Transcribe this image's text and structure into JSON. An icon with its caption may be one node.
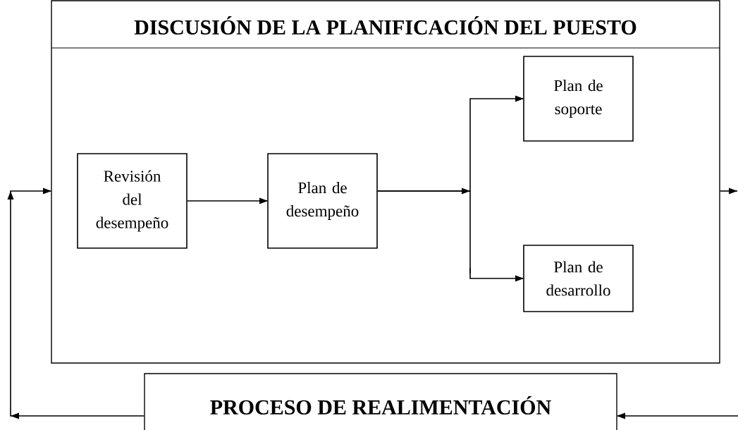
{
  "diagram": {
    "nodes": [
      {
        "text": [
          "DISCUSIÓN DE LA PLANIFICACIÓN DEL PUESTO"
        ]
      },
      {
        "text": [
          "Revisión del desempeño"
        ],
        "in": 0
      },
      {
        "text": [
          "Plan de desempeño"
        ],
        "in": 0
      },
      {
        "text": [
          "Plan de soporte"
        ],
        "in": 0
      },
      {
        "text": [
          "Plan de desarrollo"
        ],
        "in": 0
      },
      {
        "text": [
          "PROCESO DE REALIMENTACIÓN"
        ]
      }
    ],
    "edges": [
      {
        "from": 1,
        "to": 2,
        "arrow": "to"
      },
      {
        "from": 2,
        "to": 3,
        "arrow": "to"
      },
      {
        "from": 2,
        "to": 4,
        "arrow": "to"
      },
      {
        "from": 0,
        "to": null,
        "arrow": "to"
      },
      {
        "from": null,
        "to": 5,
        "arrow": "to"
      },
      {
        "from": 5,
        "to": 0,
        "arrow": "to"
      }
    ]
  }
}
